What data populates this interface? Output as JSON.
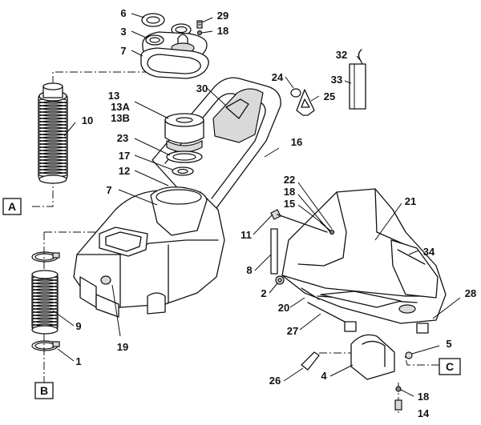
{
  "labels": {
    "p1": "1",
    "p2": "2",
    "p3": "3",
    "p4": "4",
    "p5": "5",
    "p6": "6",
    "p7a": "7",
    "p7b": "7",
    "p8": "8",
    "p9": "9",
    "p10": "10",
    "p11": "11",
    "p12": "12",
    "p13": "13",
    "p13a": "13A",
    "p13b": "13B",
    "p14": "14",
    "p15": "15",
    "p16": "16",
    "p17": "17",
    "p18a": "18",
    "p18b": "18",
    "p18c": "18",
    "p19": "19",
    "p20": "20",
    "p21": "21",
    "p22": "22",
    "p23": "23",
    "p24": "24",
    "p25": "25",
    "p26": "26",
    "p27": "27",
    "p28": "28",
    "p29": "29",
    "p30": "30",
    "p32": "32",
    "p33": "33",
    "p34": "34"
  },
  "connectors": {
    "a": "A",
    "b": "B",
    "c": "C"
  }
}
